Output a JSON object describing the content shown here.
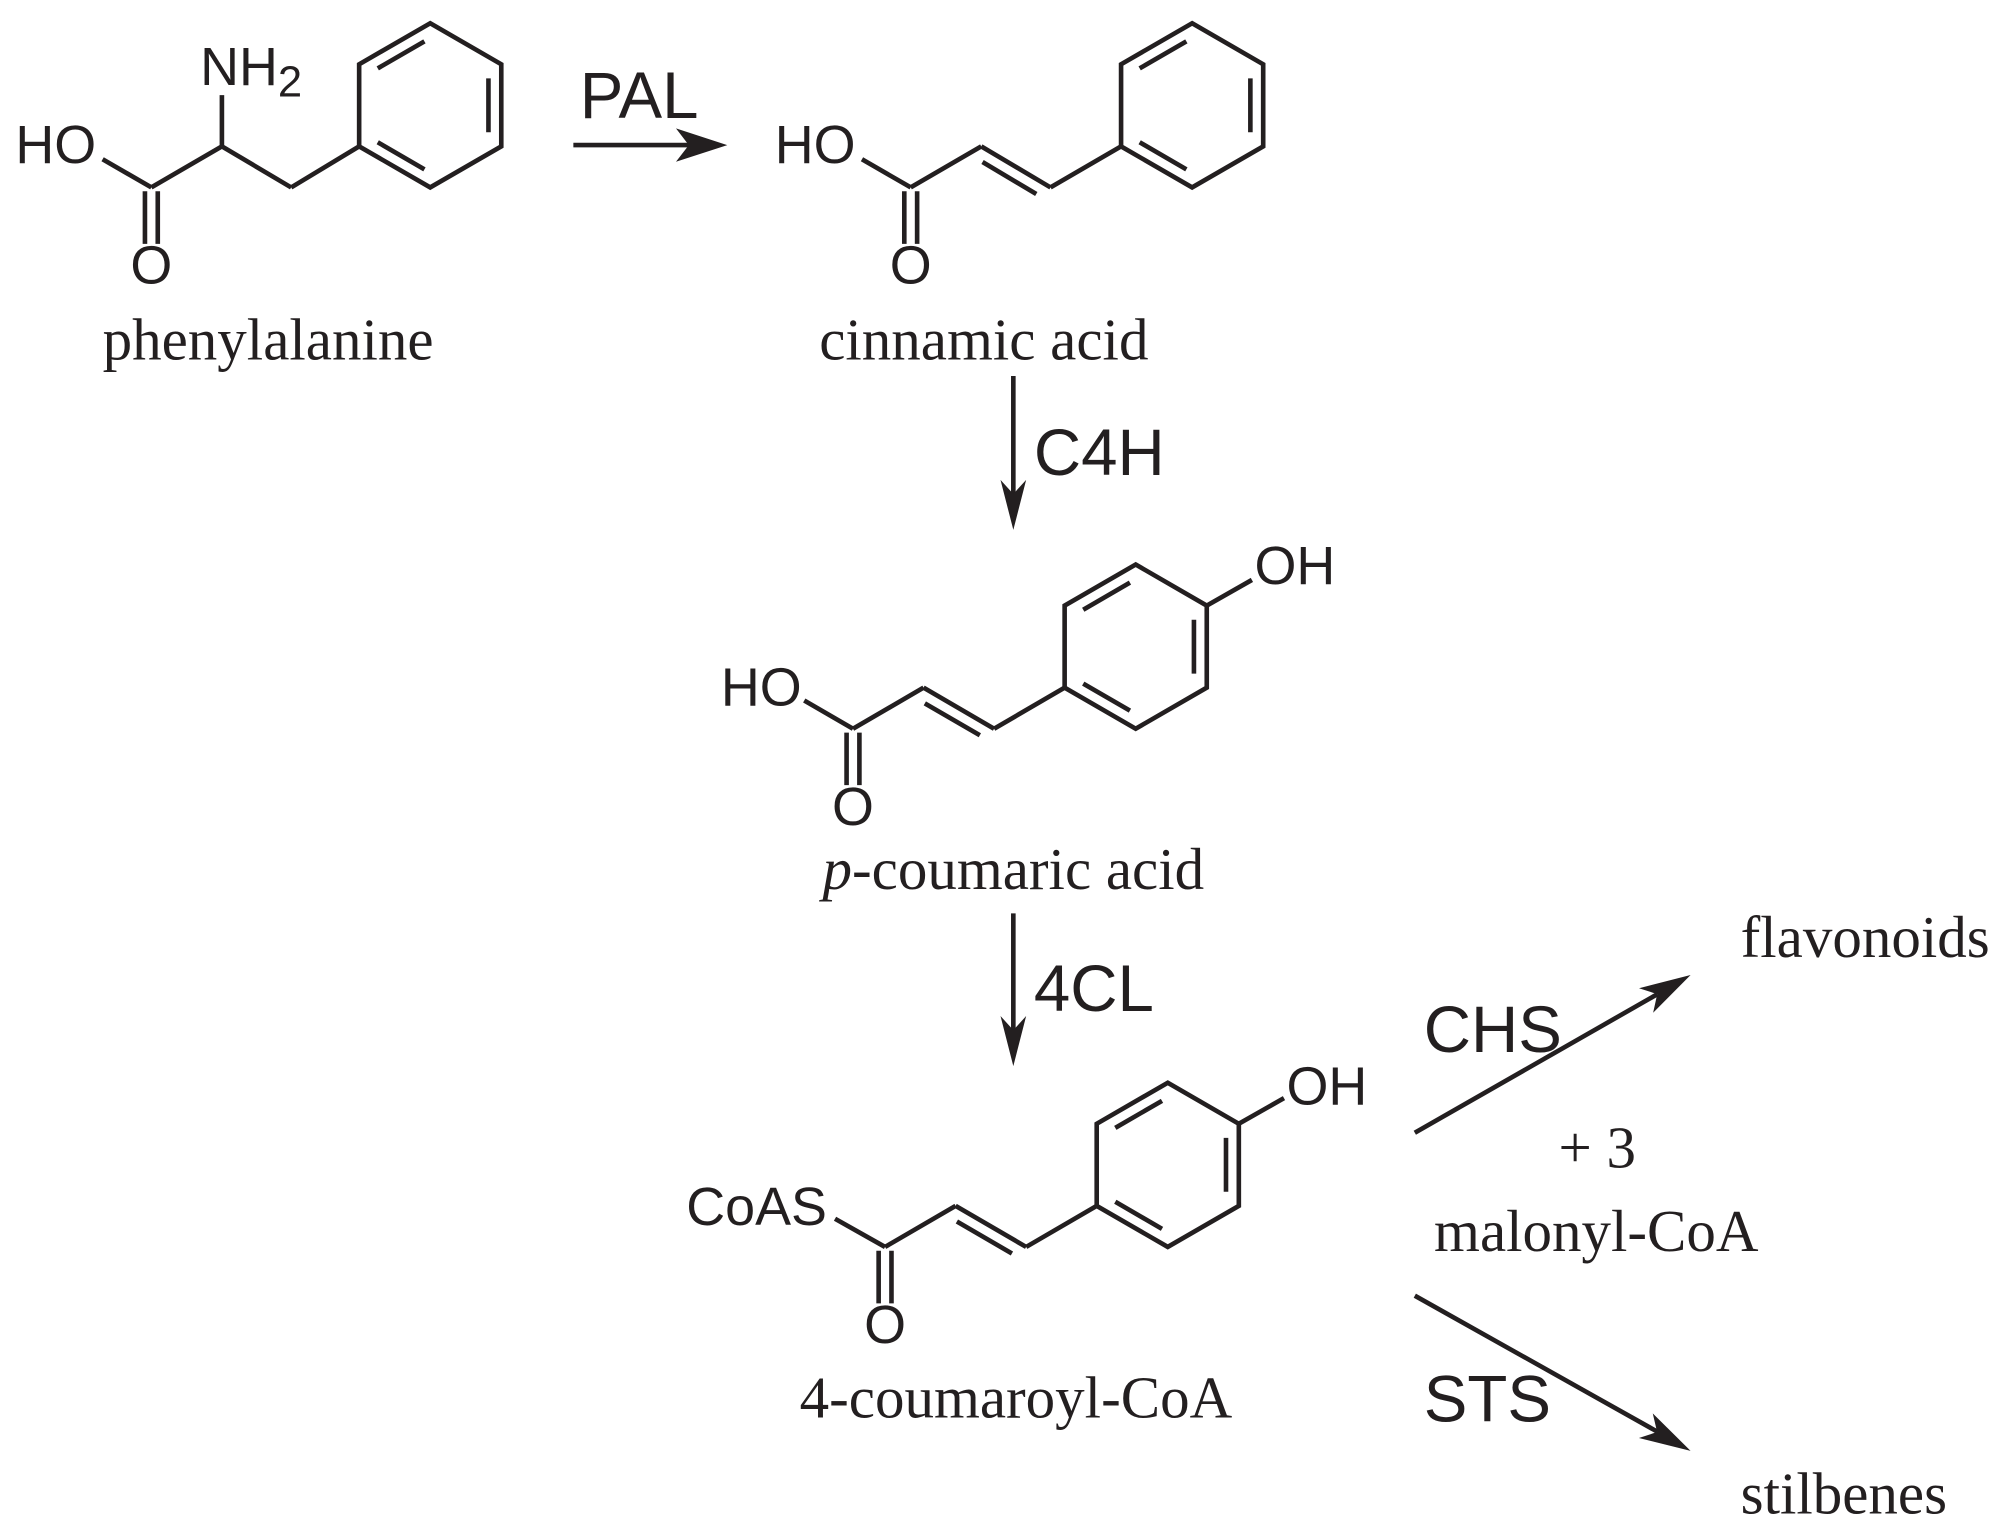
{
  "colors": {
    "ink": "#231f20",
    "background": "#ffffff"
  },
  "phenylalanine": {
    "name": "phenylalanine",
    "amine": "NH",
    "amine_subscript": "2",
    "hydroxyl": "HO",
    "carbonyl_oxygen": "O"
  },
  "cinnamic_acid": {
    "name": "cinnamic acid",
    "hydroxyl": "HO",
    "carbonyl_oxygen": "O"
  },
  "p_coumaric_acid": {
    "name_prefix": "p",
    "name_suffix": "-coumaric acid",
    "hydroxyl": "HO",
    "phenol": "OH",
    "carbonyl_oxygen": "O"
  },
  "coumaroyl_coa": {
    "name": "4-coumaroyl-CoA",
    "thioester": "CoAS",
    "phenol": "OH",
    "carbonyl_oxygen": "O"
  },
  "enzymes": {
    "pal": "PAL",
    "c4h": "C4H",
    "fourcl": "4CL",
    "chs": "CHS",
    "sts": "STS"
  },
  "cosubstrate": {
    "amount": "+ 3",
    "name": "malonyl-CoA"
  },
  "products": {
    "flavonoids": "flavonoids",
    "stilbenes": "stilbenes"
  }
}
